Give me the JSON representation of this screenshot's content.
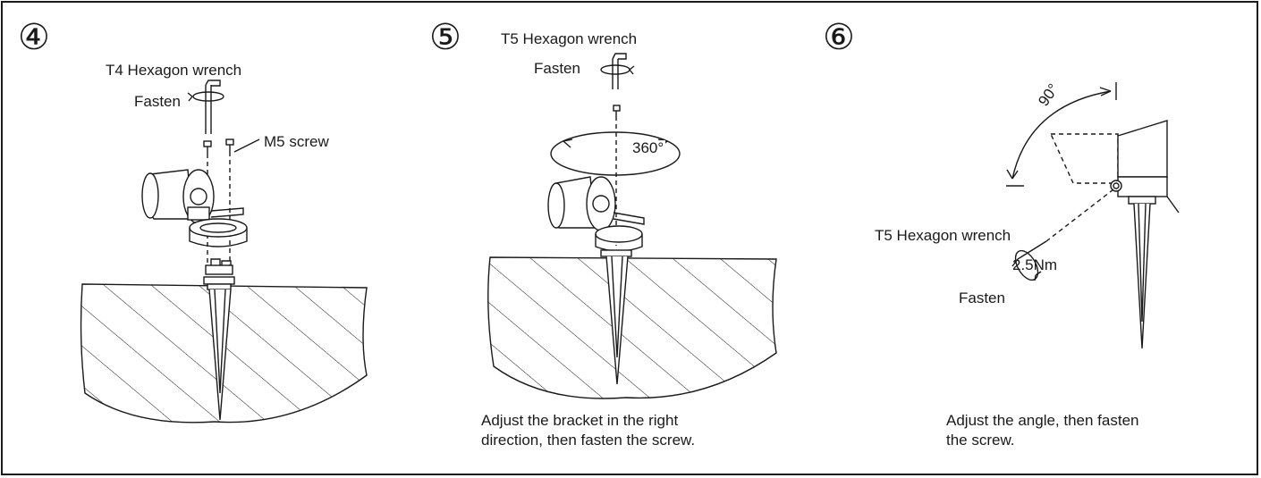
{
  "steps": [
    {
      "number": "④",
      "tool": "T4 Hexagon wrench",
      "action": "Fasten",
      "part": "M5 screw"
    },
    {
      "number": "⑤",
      "tool": "T5 Hexagon wrench",
      "action": "Fasten",
      "rotation": "360°",
      "instruction": [
        "Adjust the bracket in the right",
        "direction, then fasten the screw."
      ]
    },
    {
      "number": "⑥",
      "angle": "90°",
      "tool": "T5 Hexagon wrench",
      "torque": "2.5Nm",
      "action": "Fasten",
      "instruction": [
        "Adjust the angle, then fasten",
        "the screw."
      ]
    }
  ],
  "colors": {
    "line": "#1a1a1a",
    "background": "#ffffff"
  },
  "icons": [
    "hex-wrench-icon",
    "rotation-arrow-icon",
    "screw-icon",
    "ground-spike-icon",
    "spotlight-icon"
  ]
}
